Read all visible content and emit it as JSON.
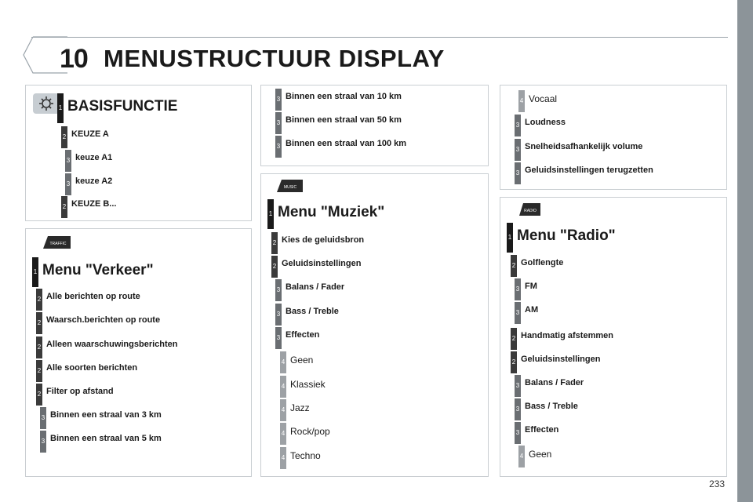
{
  "header": {
    "chapter": "10",
    "title": "MENUSTRUCTUUR DISPLAY"
  },
  "footer": {
    "page_number": "233"
  },
  "icons": {
    "basis": "gear-icon",
    "traffic": "traffic-badge-icon",
    "music": "music-badge-icon",
    "radio": "radio-badge-icon"
  },
  "badges": {
    "traffic": "TRAFFIC",
    "music": "MUSIC",
    "radio": "RADIO"
  },
  "levels": {
    "l1": "1",
    "l2": "2",
    "l3": "3",
    "l4": "4"
  },
  "basisfunctie": {
    "heading": "BASISFUNCTIE",
    "items": [
      "KEUZE A",
      "keuze A1",
      "keuze A2",
      "KEUZE B..."
    ]
  },
  "verkeer": {
    "heading": "Menu \"Verkeer\"",
    "items": [
      "Alle berichten op route",
      "Waarsch.berichten op route",
      "Alleen waarschuwingsberichten",
      "Alle soorten berichten",
      "Filter op afstand",
      "Binnen een straal van 3 km",
      "Binnen een straal van 5 km"
    ]
  },
  "verkeer_cont": {
    "items": [
      "Binnen een straal van 10 km",
      "Binnen een straal van 50 km",
      "Binnen een straal van 100 km"
    ]
  },
  "muziek": {
    "heading": "Menu \"Muziek\"",
    "items": [
      "Kies de geluidsbron",
      "Geluidsinstellingen",
      "Balans / Fader",
      "Bass / Treble",
      "Effecten",
      "Geen",
      "Klassiek",
      "Jazz",
      "Rock/pop",
      "Techno"
    ]
  },
  "muziek_cont": {
    "items": [
      "Vocaal",
      "Loudness",
      "Snelheidsafhankelijk volume",
      "Geluidsinstellingen terugzetten"
    ]
  },
  "radio": {
    "heading": "Menu \"Radio\"",
    "items": [
      "Golflengte",
      "FM",
      "AM",
      "Handmatig afstemmen",
      "Geluidsinstellingen",
      "Balans / Fader",
      "Bass / Treble",
      "Effecten",
      "Geen"
    ]
  },
  "colors": {
    "level1": "#1a1a1a",
    "level2": "#3b3b3b",
    "level3": "#6a6e72",
    "level4": "#9da1a5",
    "border": "#c9ced2",
    "sidebar": "#8c9499"
  }
}
